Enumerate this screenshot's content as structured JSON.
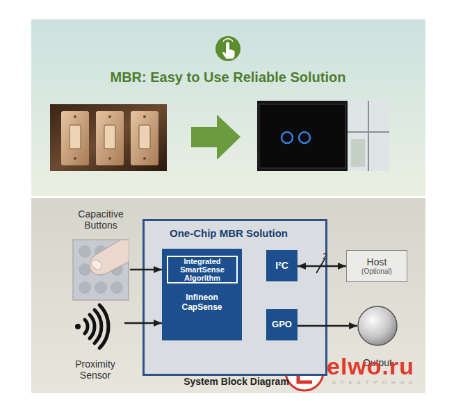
{
  "diagram": {
    "title": "MBR: Easy to Use Reliable Solution",
    "caption": "System Block Diagram",
    "nodes": [
      {
        "text": [
          "Capacitive Buttons"
        ]
      },
      {
        "text": [
          "Proximity Sensor"
        ]
      },
      {
        "text": [
          "One-Chip MBR Solution"
        ]
      },
      {
        "text": [
          "Infineon CapSense"
        ],
        "in": 2
      },
      {
        "text": [
          "Integrated SmartSense Algorithm"
        ],
        "in": 3
      },
      {
        "text": [
          "I²C"
        ],
        "in": 2
      },
      {
        "text": [
          "GPO"
        ],
        "in": 2
      },
      {
        "text": [
          "Host",
          "(Optional)"
        ]
      },
      {
        "text": [
          "Output"
        ]
      }
    ],
    "edges": [
      {
        "from": 0,
        "to": 3,
        "arrow": "to"
      },
      {
        "from": 1,
        "to": 3,
        "arrow": "to"
      },
      {
        "from": 5,
        "to": 7,
        "label": "2",
        "arrow": "both"
      },
      {
        "from": 6,
        "to": 8,
        "arrow": "to"
      }
    ],
    "labels": [
      "elwo.ru",
      "ЭЛЕКТРОНИК"
    ]
  }
}
